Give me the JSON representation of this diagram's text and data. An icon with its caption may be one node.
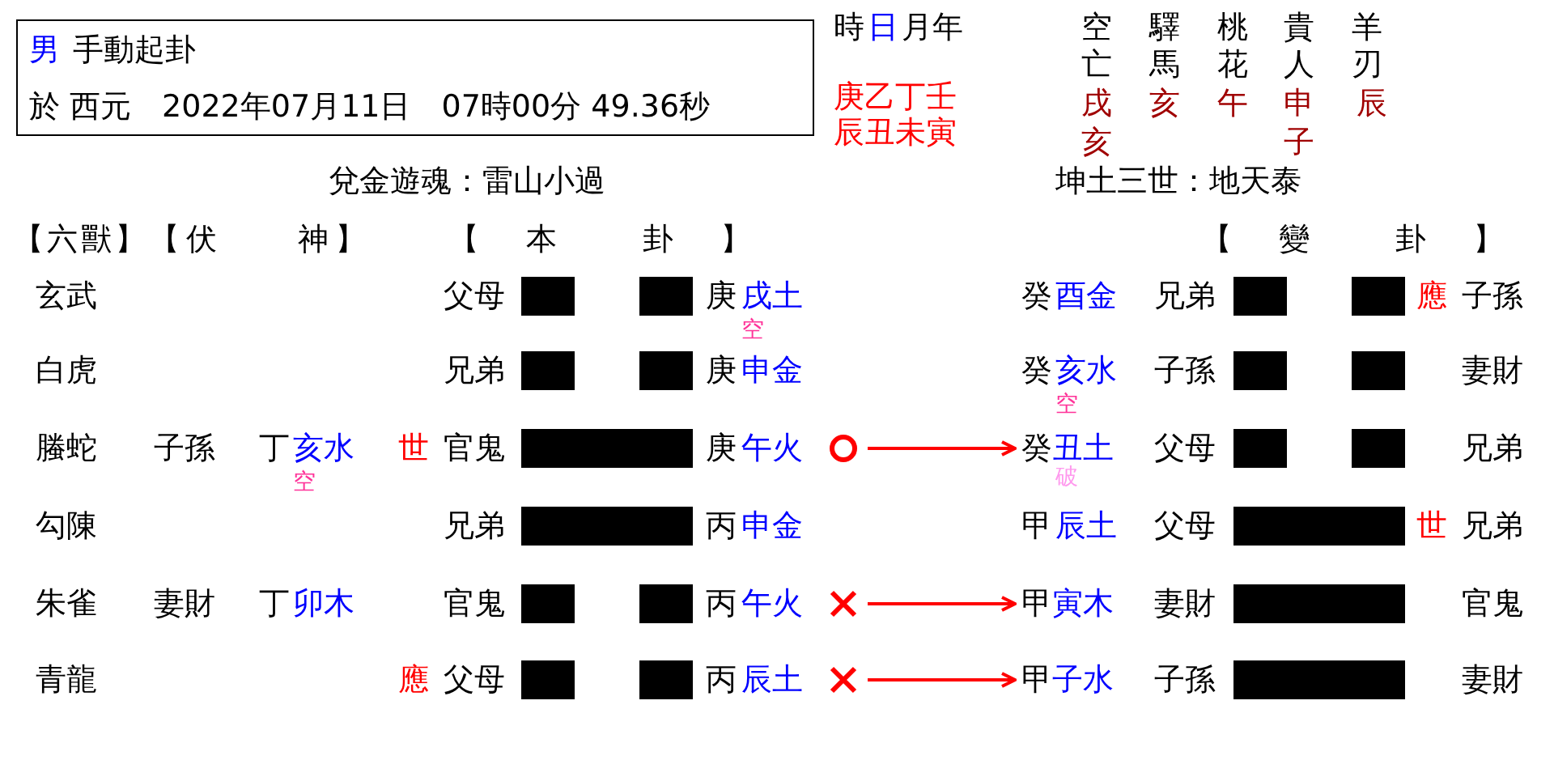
{
  "diagram": {
    "nodes": [
      {
        "text": [
          "男",
          "手動起卦",
          "於 西元　2022年07月11日　07時00分 49.36秒"
        ]
      },
      {
        "text": [],
        "shape": "circle"
      },
      {
        "text": [
          "癸",
          "丑土"
        ],
        "beside": [
          "破"
        ]
      },
      {
        "text": [],
        "shape": "cross"
      },
      {
        "text": [
          "甲",
          "寅木"
        ]
      },
      {
        "text": [],
        "shape": "cross"
      },
      {
        "text": [
          "甲",
          "子水"
        ]
      }
    ],
    "edges": [
      {
        "from": 1,
        "to": 2,
        "arrow": "to"
      },
      {
        "from": 3,
        "to": 4,
        "arrow": "to"
      },
      {
        "from": 5,
        "to": 6,
        "arrow": "to"
      }
    ],
    "labels": [
      "時",
      "日",
      "月年",
      "空",
      "驛",
      "桃",
      "貴",
      "羊",
      "亡",
      "馬",
      "花",
      "人",
      "刃",
      "庚乙丁壬",
      "戌",
      "亥",
      "午",
      "申",
      "辰",
      "辰丑未寅",
      "亥",
      "子",
      "兌金遊魂：雷山小過",
      "坤土三世：地天泰",
      "【六獸】",
      "【伏　　神】",
      "【　本　　卦　】",
      "【　變　　卦　】",
      "玄武",
      "父母",
      "庚",
      "戌土",
      "空",
      "癸",
      "酉金",
      "兄弟",
      "應",
      "子孫",
      "白虎",
      "兄弟",
      "庚",
      "申金",
      "癸",
      "亥水",
      "空",
      "子孫",
      "妻財",
      "螣蛇",
      "子孫",
      "丁",
      "亥水",
      "空",
      "世",
      "官鬼",
      "庚",
      "午火",
      "父母",
      "兄弟",
      "勾陳",
      "兄弟",
      "丙",
      "申金",
      "甲",
      "辰土",
      "父母",
      "世",
      "兄弟",
      "朱雀",
      "妻財",
      "丁",
      "卯木",
      "官鬼",
      "丙",
      "午火",
      "妻財",
      "官鬼",
      "青龍",
      "應",
      "父母",
      "丙",
      "辰土",
      "子孫",
      "妻財"
    ]
  }
}
